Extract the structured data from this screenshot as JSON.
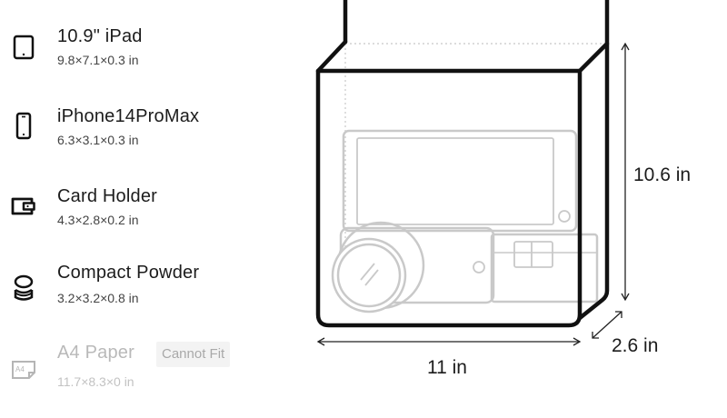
{
  "items": [
    {
      "name": "10.9\" iPad",
      "dims": "9.8×7.1×0.3 in",
      "icon": "tablet-icon",
      "fits": true
    },
    {
      "name": "iPhone14ProMax",
      "dims": "6.3×3.1×0.3 in",
      "icon": "phone-icon",
      "fits": true
    },
    {
      "name": "Card Holder",
      "dims": "4.3×2.8×0.2 in",
      "icon": "wallet-icon",
      "fits": true
    },
    {
      "name": "Compact Powder",
      "dims": "3.2×3.2×0.8 in",
      "icon": "compact-powder-icon",
      "fits": true
    },
    {
      "name": "A4 Paper",
      "dims": "11.7×8.3×0 in",
      "icon": "paper-icon",
      "fits": false,
      "badge": "Cannot Fit",
      "icon_text": "A4"
    }
  ],
  "bag": {
    "height_label": "10.6 in",
    "depth_label": "2.6 in",
    "width_label": "11 in"
  }
}
